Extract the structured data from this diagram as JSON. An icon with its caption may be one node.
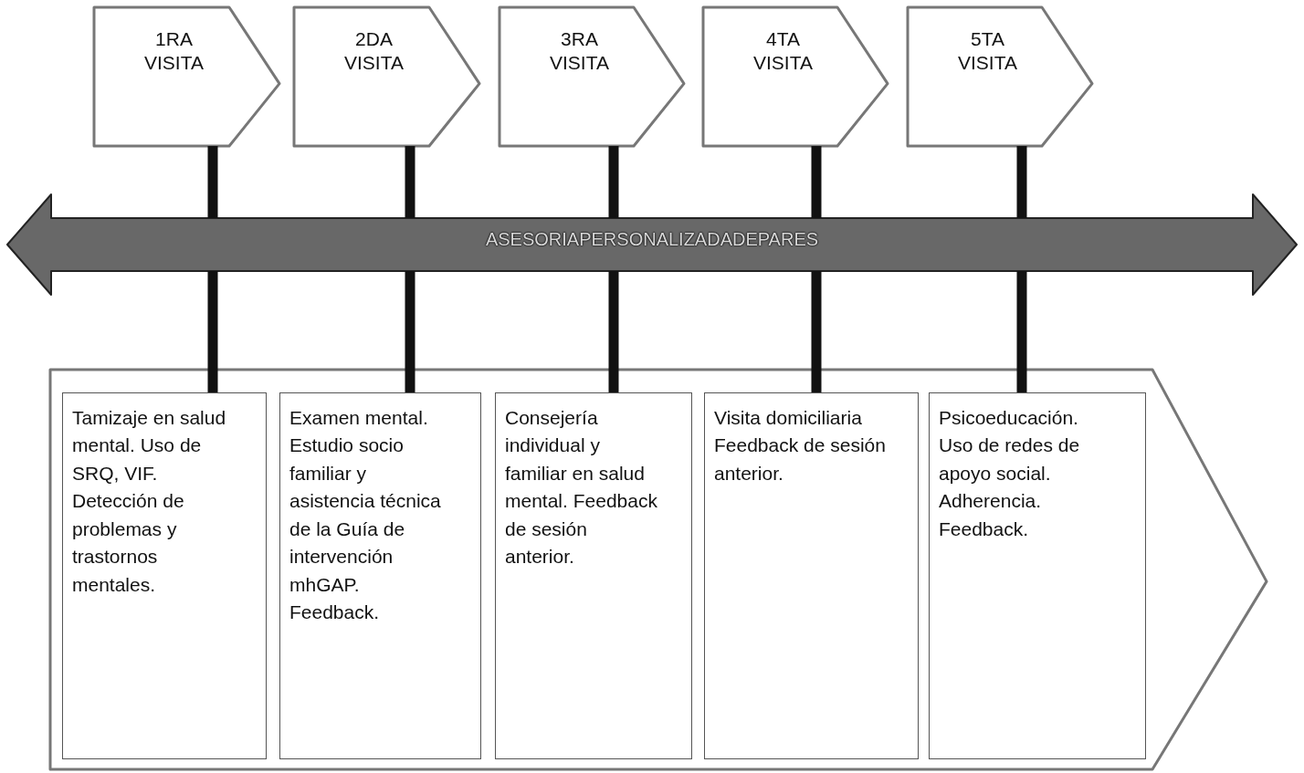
{
  "diagram": {
    "nodes": [
      {
        "text": [
          "1RA VISITA"
        ]
      },
      {
        "text": [
          "2DA VISITA"
        ]
      },
      {
        "text": [
          "3RA VISITA"
        ]
      },
      {
        "text": [
          "4TA VISITA"
        ]
      },
      {
        "text": [
          "5TA VISITA"
        ]
      },
      {
        "text": [
          "ASESORIAPERSONALIZADADEPARES"
        ]
      },
      {
        "text": [],
        "shape": "pentagon"
      },
      {
        "text": [
          "Tamizaje en salud mental. Uso de SRQ, VIF. Detección de problemas y trastornos mentales."
        ],
        "in": 6
      },
      {
        "text": [
          "Examen mental. Estudio socio familiar y asistencia técnica de la Guía de intervención mhGAP. Feedback."
        ],
        "in": 6
      },
      {
        "text": [
          "Consejería individual y familiar en salud mental. Feedback de sesión anterior."
        ],
        "in": 6
      },
      {
        "text": [
          "Visita domiciliaria Feedback de sesión anterior."
        ],
        "in": 6
      },
      {
        "text": [
          "Psicoeducación. Uso de redes de apoyo social. Adherencia. Feedback."
        ],
        "in": 6
      }
    ],
    "edges": [
      {
        "from": 0,
        "to": 5,
        "arrow": "none"
      },
      {
        "from": 1,
        "to": 5,
        "arrow": "none"
      },
      {
        "from": 2,
        "to": 5,
        "arrow": "none"
      },
      {
        "from": 3,
        "to": 5,
        "arrow": "none"
      },
      {
        "from": 4,
        "to": 5,
        "arrow": "none"
      },
      {
        "from": 5,
        "to": 7,
        "arrow": "none"
      },
      {
        "from": 5,
        "to": 8,
        "arrow": "none"
      },
      {
        "from": 5,
        "to": 9,
        "arrow": "none"
      },
      {
        "from": 5,
        "to": 10,
        "arrow": "none"
      },
      {
        "from": 5,
        "to": 11,
        "arrow": "none"
      }
    ]
  }
}
